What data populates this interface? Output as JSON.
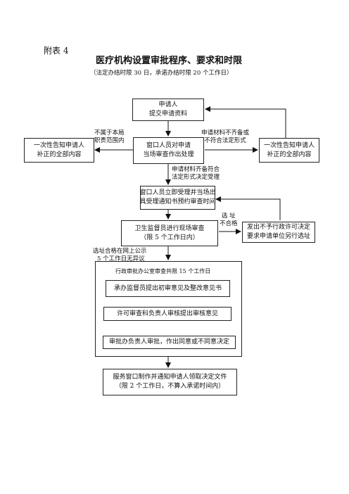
{
  "header": {
    "annex": "附表 4",
    "title": "医疗机构设置审批程序、要求和时限",
    "subtitle": "（法定办结时限 30 日，承诺办结时限 20 个工作日）"
  },
  "nodes": {
    "apply": [
      "申请人",
      "提交申请资料"
    ],
    "window_handle": [
      "窗口人员对申请",
      "当场审查作出处理"
    ],
    "notify_left": [
      "一次性告知申请人",
      "补正的全部内容"
    ],
    "notify_right": [
      "一次性告知申请人",
      "补正的全部内容"
    ],
    "accept": [
      "窗口人员立即受理并当场出",
      "具受理通知书预约审查时间"
    ],
    "inspect": [
      "卫生监督员进行现场审查",
      "（限 5 个工作日内）"
    ],
    "reject": [
      "发出不予行政许可决定",
      "要求申请单位另行选址"
    ],
    "joint_review_title": "行政审批办公室审查共限 15 个工作日",
    "review1": "承办监督员提出初审意见及整改意见书",
    "review2": "许可审查科负责人审核提出审核意见",
    "review3": "审批办负责人审批，作出同意或不同意决定",
    "issue": [
      "服务窗口制作并通知申请人领取决定文件",
      "（限 2 个工作日，不算入承诺时间内）"
    ]
  },
  "edge_labels": {
    "not_in_scope": [
      "不属于本局",
      "职责范围内"
    ],
    "incomplete": [
      "申请材料不齐备或",
      "不符合法定形式"
    ],
    "complete": [
      "申请材料齐备符合",
      "法定形式决定受理"
    ],
    "site_fail": [
      "选 址",
      "不合格"
    ],
    "site_pass": [
      "选址合格在网上公示",
      "5 个工作日无异议"
    ]
  }
}
